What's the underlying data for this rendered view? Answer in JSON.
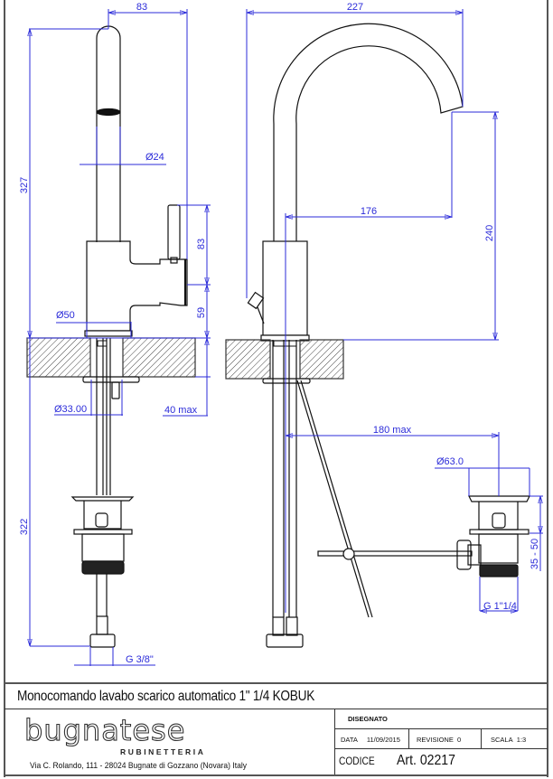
{
  "drawing": {
    "front_view": {
      "dimensions": {
        "spout_offset": "83",
        "overall_height_above": "327",
        "spout_diameter": "Ø24",
        "lever_height": "83",
        "lever_base_height": "59",
        "base_diameter": "Ø50",
        "shank_diameter": "Ø33.00",
        "max_deck_thickness": "40 max",
        "below_deck_length": "322",
        "connection_thread": "G 3/8\""
      }
    },
    "side_view": {
      "dimensions": {
        "overall_width": "227",
        "spout_reach": "176",
        "spout_height": "240",
        "drain_distance": "180 max",
        "drain_diameter": "Ø63.0",
        "drain_thickness_range": "35 - 50",
        "drain_thread": "G 1\"1/4"
      }
    },
    "colors": {
      "dimension_line": "#2b2bd9",
      "outline": "#111111",
      "hatch": "#444444"
    }
  },
  "title_block": {
    "product_title": "Monocomando lavabo scarico automatico 1\" 1/4 KOBUK",
    "brand": "bugnatese",
    "brand_subtitle": "RUBINETTERIA",
    "address": "Via C. Rolando, 111 - 28024 Bugnate di Gozzano (Novara) Italy",
    "designed_label": "DISEGNATO",
    "date_label": "DATA",
    "date_value": "11/09/2015",
    "revision_label": "REVISIONE",
    "revision_value": "0",
    "scale_label": "SCALA",
    "scale_value": "1:3",
    "code_label": "CODICE",
    "code_value": "Art. 02217"
  }
}
